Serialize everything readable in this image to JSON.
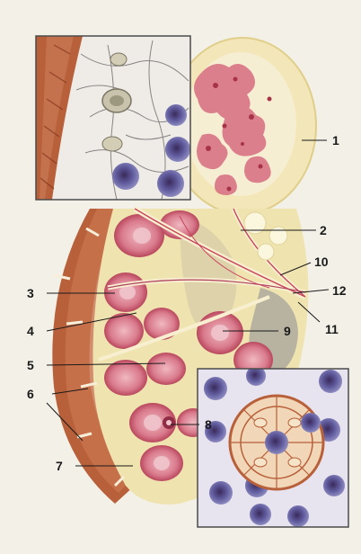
{
  "labels": [
    "1",
    "2",
    "3",
    "4",
    "5",
    "6",
    "7",
    "8",
    "9",
    "10",
    "11",
    "12"
  ],
  "colors": {
    "page": "#f3f0e8",
    "capsule": "#b8603a",
    "capsule_dark": "#8e3f22",
    "fat": "#efe3b0",
    "tissue_pink": "#e6a2ad",
    "tissue_red": "#c9465e",
    "cell_blue": "#6a68a8",
    "cell_nucleus": "#3d2b5a",
    "fiber": "#f7efcf",
    "inset_bg": "#eeeae6",
    "frame": "#4a4a4a"
  }
}
